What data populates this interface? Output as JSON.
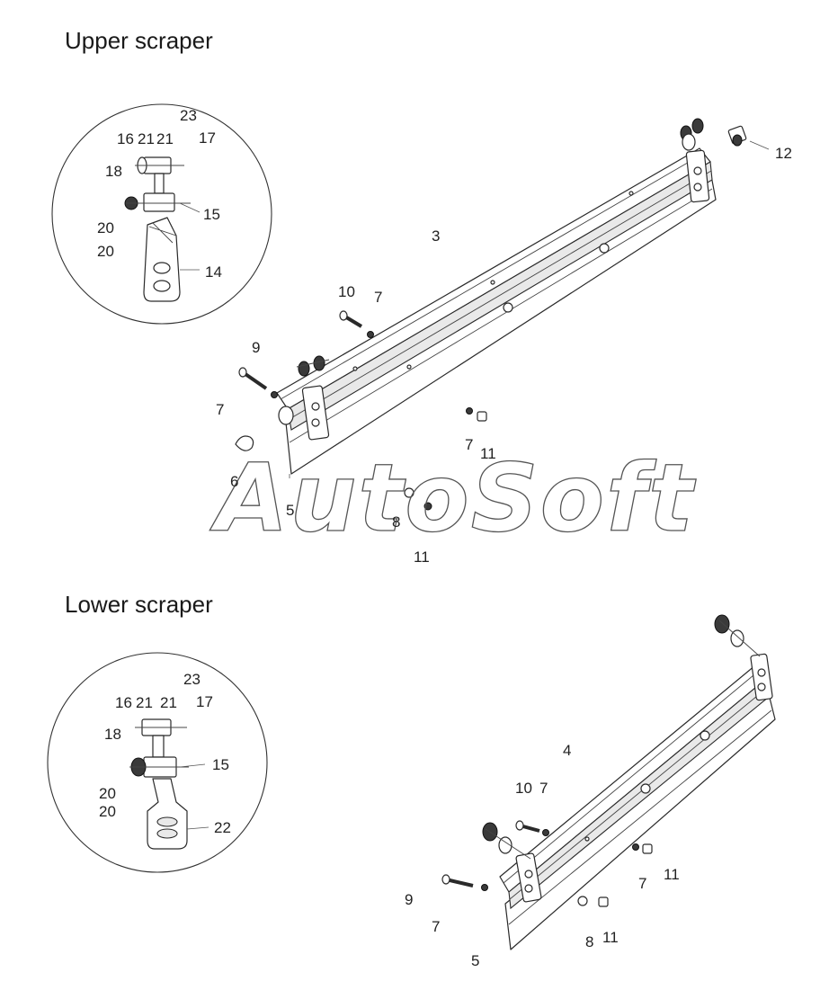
{
  "sections": {
    "upper": {
      "title": "Upper scraper"
    },
    "lower": {
      "title": "Lower scraper"
    }
  },
  "upper_detail_labels": {
    "l23": "23",
    "l16": "16",
    "l21a": "21",
    "l21b": "21",
    "l17": "17",
    "l18": "18",
    "l15": "15",
    "l20a": "20",
    "l20b": "20",
    "l14": "14"
  },
  "upper_labels": {
    "l12": "12",
    "l3": "3",
    "l10": "10",
    "l7a": "7",
    "l9": "9",
    "l7b": "7",
    "l6": "6",
    "l7c": "7",
    "l11a": "11",
    "l5": "5",
    "l8": "8",
    "l11b": "11"
  },
  "lower_detail_labels": {
    "l23": "23",
    "l16": "16",
    "l21a": "21",
    "l21b": "21",
    "l17": "17",
    "l18": "18",
    "l15": "15",
    "l20a": "20",
    "l20b": "20",
    "l22": "22"
  },
  "lower_labels": {
    "l4": "4",
    "l10": "10",
    "l7a": "7",
    "l7b": "7",
    "l11a": "11",
    "l9": "9",
    "l7c": "7",
    "l8": "8",
    "l11b": "11",
    "l5": "5"
  },
  "watermark": "AutoSoft"
}
